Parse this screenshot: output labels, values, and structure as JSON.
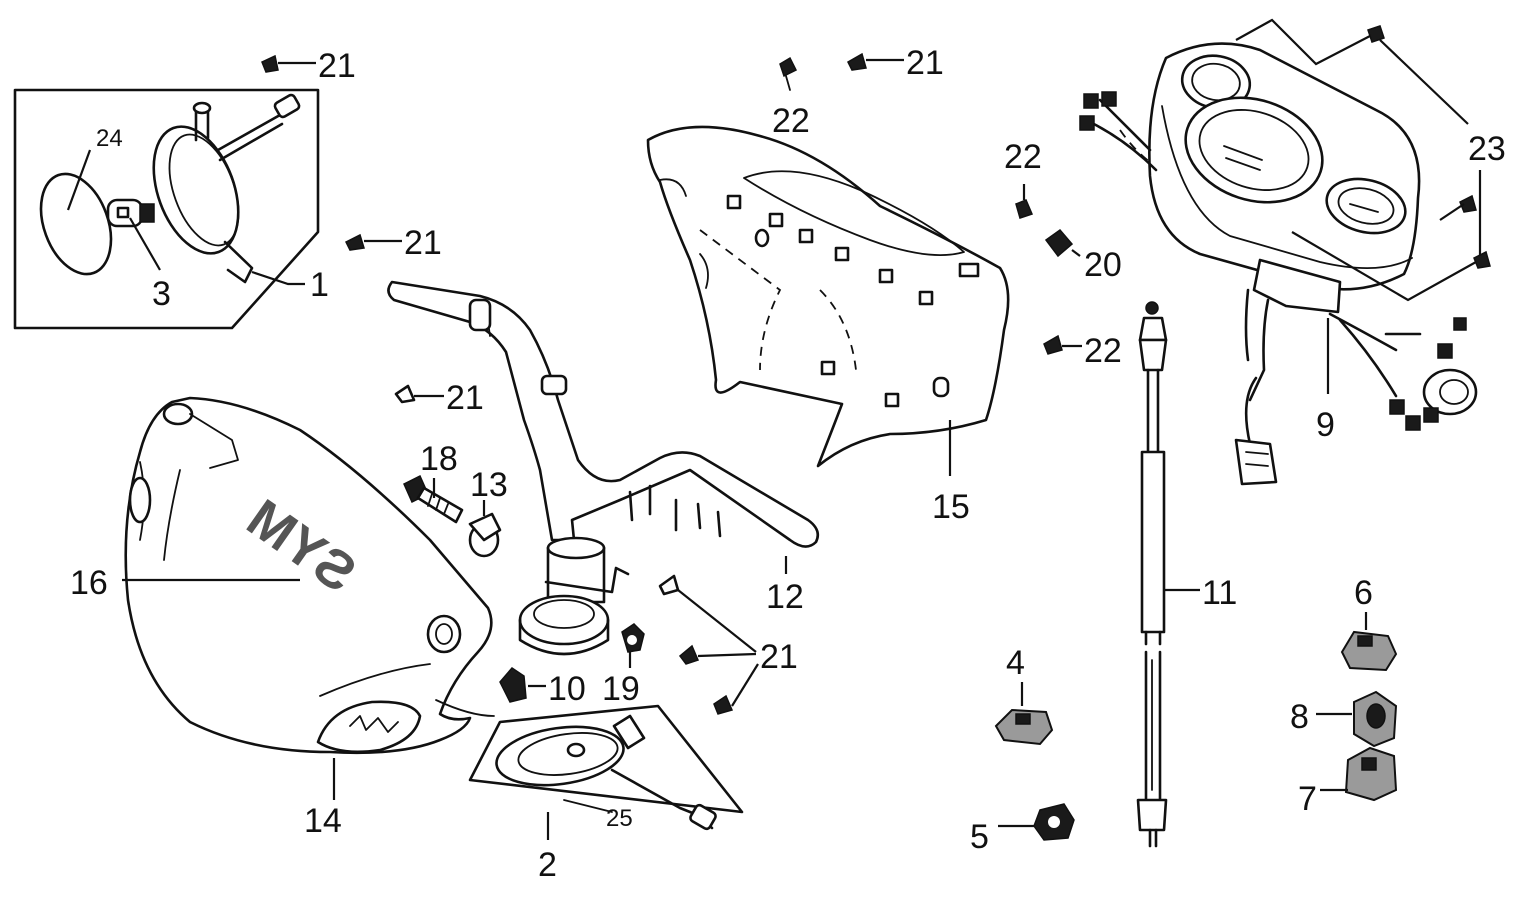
{
  "callouts": {
    "c1": "1",
    "c2": "2",
    "c3": "3",
    "c4": "4",
    "c5": "5",
    "c6": "6",
    "c7": "7",
    "c8": "8",
    "c9": "9",
    "c10": "10",
    "c11": "11",
    "c12": "12",
    "c13": "13",
    "c14": "14",
    "c15": "15",
    "c16": "16",
    "c18": "18",
    "c19": "19",
    "c20": "20",
    "c21a": "21",
    "c21b": "21",
    "c21c": "21",
    "c21d": "21",
    "c21e": "21",
    "c22a": "22",
    "c22b": "22",
    "c22c": "22",
    "c23": "23",
    "c24": "24",
    "c25": "25"
  },
  "logo": "SYM"
}
